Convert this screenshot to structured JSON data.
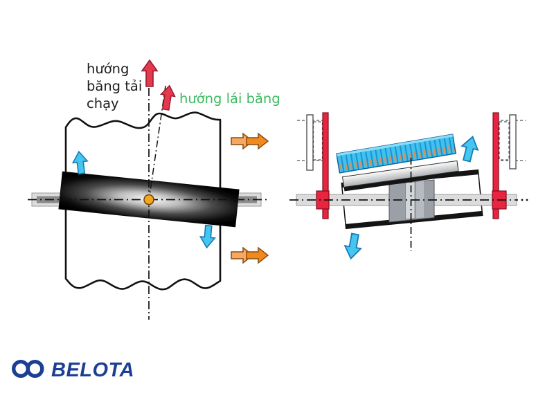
{
  "left_diagram": {
    "description": "plan view of conveyor belt over tilted tracking roller",
    "label_belt_run": {
      "line1": "hướng",
      "line2": "băng tải",
      "line3": "chạy",
      "color": "#1d1d1d"
    },
    "label_steer": {
      "text": "hướng lái băng",
      "color": "#3cba5f"
    }
  },
  "right_diagram": {
    "description": "side view of tracking roller with frame plates and belt cross-section"
  },
  "logo": {
    "brand": "BELOTA",
    "icon": "infinity-icon",
    "color": "#1c3f94"
  },
  "colors": {
    "arrow_red": "#e6394f",
    "arrow_red_outline": "#971a2e",
    "arrow_cyan": "#45c6f0",
    "arrow_cyan_outline": "#1779b5",
    "arrow_orange_back": "#f6a761",
    "arrow_orange_front": "#f08a1d",
    "arrow_orange_outline": "#8a4c10",
    "pivot_dot": "#f3a61f",
    "bracket_red": "#e8243f",
    "belt_section_blue": "#41c1f0",
    "belt_section_stripe": "#1a93cd",
    "belt_section_dash": "#dd8f55",
    "shaft_gray": "#dcdcdc",
    "roller_black": "#141414",
    "label_green": "#3cba5f",
    "logo_navy": "#1c3f94"
  }
}
